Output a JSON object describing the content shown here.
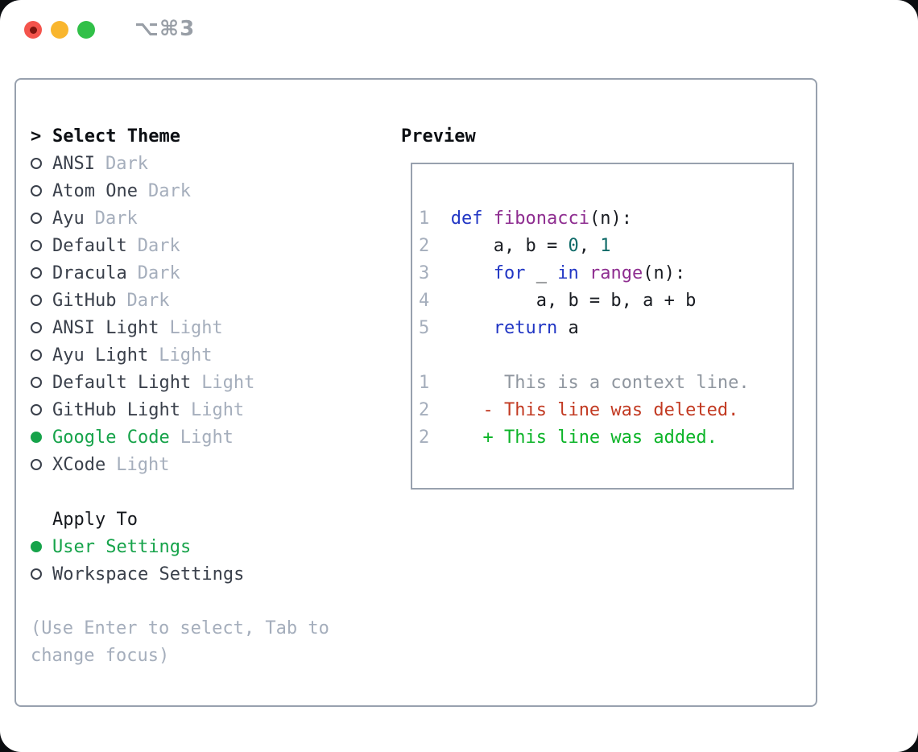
{
  "window": {
    "title": "⌥⌘3"
  },
  "theme_panel": {
    "header": {
      "pointer": ">",
      "label": "Select Theme"
    },
    "themes": [
      {
        "name": "ANSI",
        "variant": "Dark",
        "selected": false
      },
      {
        "name": "Atom One",
        "variant": "Dark",
        "selected": false
      },
      {
        "name": "Ayu",
        "variant": "Dark",
        "selected": false
      },
      {
        "name": "Default",
        "variant": "Dark",
        "selected": false
      },
      {
        "name": "Dracula",
        "variant": "Dark",
        "selected": false
      },
      {
        "name": "GitHub",
        "variant": "Dark",
        "selected": false
      },
      {
        "name": "ANSI Light",
        "variant": "Light",
        "selected": false
      },
      {
        "name": "Ayu Light",
        "variant": "Light",
        "selected": false
      },
      {
        "name": "Default Light",
        "variant": "Light",
        "selected": false
      },
      {
        "name": "GitHub Light",
        "variant": "Light",
        "selected": false
      },
      {
        "name": "Google Code",
        "variant": "Light",
        "selected": true
      },
      {
        "name": "XCode",
        "variant": "Light",
        "selected": false
      }
    ],
    "apply_to": {
      "label": "Apply To",
      "options": [
        {
          "name": "User Settings",
          "selected": true
        },
        {
          "name": "Workspace Settings",
          "selected": false
        }
      ]
    },
    "help_lines": [
      "(Use Enter to select, Tab to",
      "change focus)"
    ]
  },
  "preview": {
    "label": "Preview",
    "code_lines": [
      {
        "num": "1",
        "tokens": [
          [
            "kw",
            "def"
          ],
          [
            "pl",
            " "
          ],
          [
            "fn",
            "fibonacci"
          ],
          [
            "pl",
            "(n):"
          ]
        ]
      },
      {
        "num": "2",
        "tokens": [
          [
            "pl",
            "    a, b = "
          ],
          [
            "lit",
            "0"
          ],
          [
            "pl",
            ", "
          ],
          [
            "lit",
            "1"
          ]
        ]
      },
      {
        "num": "3",
        "tokens": [
          [
            "pl",
            "    "
          ],
          [
            "kw",
            "for"
          ],
          [
            "pl",
            " _ "
          ],
          [
            "kw",
            "in"
          ],
          [
            "pl",
            " "
          ],
          [
            "fn",
            "range"
          ],
          [
            "pl",
            "(n):"
          ]
        ]
      },
      {
        "num": "4",
        "tokens": [
          [
            "pl",
            "        a, b = b, a + b"
          ]
        ]
      },
      {
        "num": "5",
        "tokens": [
          [
            "pl",
            "    "
          ],
          [
            "kw",
            "return"
          ],
          [
            "pl",
            " a"
          ]
        ]
      }
    ],
    "diff_lines": [
      {
        "num": "1",
        "tokens": [
          [
            "ctx",
            "     This is a context line."
          ]
        ]
      },
      {
        "num": "2",
        "tokens": [
          [
            "del",
            "   - This line was deleted."
          ]
        ]
      },
      {
        "num": "2",
        "tokens": [
          [
            "add",
            "   + This line was added."
          ]
        ]
      }
    ]
  },
  "colors": {
    "accent_green": "#16a34a",
    "added_green": "#0cb428",
    "deleted_red": "#c23a22",
    "context_gray": "#8f969f",
    "keyword_blue": "#2136c4",
    "function_purple": "#8e2d90",
    "literal_teal": "#0e6a68",
    "muted_gray": "#a5aebc",
    "border_gray": "#98a1ae",
    "traffic_red": "#f4544c",
    "traffic_yellow": "#f9b62e",
    "traffic_green": "#31c048"
  }
}
